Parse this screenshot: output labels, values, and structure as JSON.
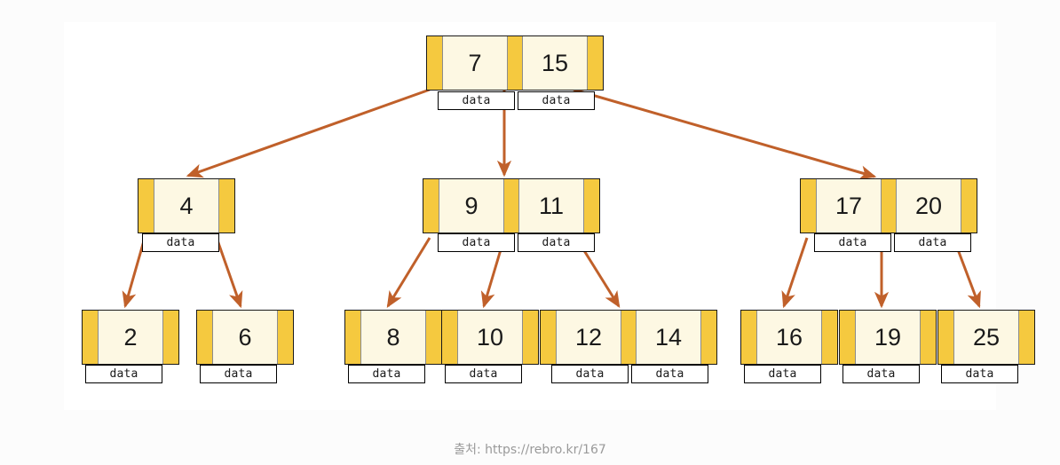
{
  "diagram": {
    "title": "B-tree structure diagram",
    "colors": {
      "pointer": "#f5c93f",
      "cell_fill": "#fdf8e3",
      "node_border": "#1a1a1a",
      "arrow": "#c0602a",
      "panel_bg": "#ffffff",
      "page_bg": "#fcfcfc",
      "caption": "#9a9a9a"
    },
    "data_label": "data",
    "levels": [
      {
        "name": "root",
        "nodes": [
          {
            "id": "root",
            "keys": [
              "7",
              "15"
            ],
            "data_labels": [
              "data",
              "data"
            ]
          }
        ]
      },
      {
        "name": "internal",
        "nodes": [
          {
            "id": "n-4",
            "keys": [
              "4"
            ],
            "data_labels": [
              "data"
            ]
          },
          {
            "id": "n-9-11",
            "keys": [
              "9",
              "11"
            ],
            "data_labels": [
              "data",
              "data"
            ]
          },
          {
            "id": "n-17-20",
            "keys": [
              "17",
              "20"
            ],
            "data_labels": [
              "data",
              "data"
            ]
          }
        ]
      },
      {
        "name": "leaves",
        "nodes": [
          {
            "id": "l-2",
            "keys": [
              "2"
            ],
            "data_labels": [
              "data"
            ]
          },
          {
            "id": "l-6",
            "keys": [
              "6"
            ],
            "data_labels": [
              "data"
            ]
          },
          {
            "id": "l-8",
            "keys": [
              "8"
            ],
            "data_labels": [
              "data"
            ]
          },
          {
            "id": "l-10",
            "keys": [
              "10"
            ],
            "data_labels": [
              "data"
            ]
          },
          {
            "id": "l-12-14",
            "keys": [
              "12",
              "14"
            ],
            "data_labels": [
              "data",
              "data"
            ]
          },
          {
            "id": "l-16",
            "keys": [
              "16"
            ],
            "data_labels": [
              "data"
            ]
          },
          {
            "id": "l-19",
            "keys": [
              "19"
            ],
            "data_labels": [
              "data"
            ]
          },
          {
            "id": "l-25",
            "keys": [
              "25"
            ],
            "data_labels": [
              "data"
            ]
          }
        ]
      }
    ],
    "edges": [
      {
        "from": "root",
        "to": "n-4"
      },
      {
        "from": "root",
        "to": "n-9-11"
      },
      {
        "from": "root",
        "to": "n-17-20"
      },
      {
        "from": "n-4",
        "to": "l-2"
      },
      {
        "from": "n-4",
        "to": "l-6"
      },
      {
        "from": "n-9-11",
        "to": "l-8"
      },
      {
        "from": "n-9-11",
        "to": "l-10"
      },
      {
        "from": "n-9-11",
        "to": "l-12-14"
      },
      {
        "from": "n-17-20",
        "to": "l-16"
      },
      {
        "from": "n-17-20",
        "to": "l-19"
      },
      {
        "from": "n-17-20",
        "to": "l-25"
      }
    ]
  },
  "caption": {
    "text": "출처: https://rebro.kr/167"
  }
}
